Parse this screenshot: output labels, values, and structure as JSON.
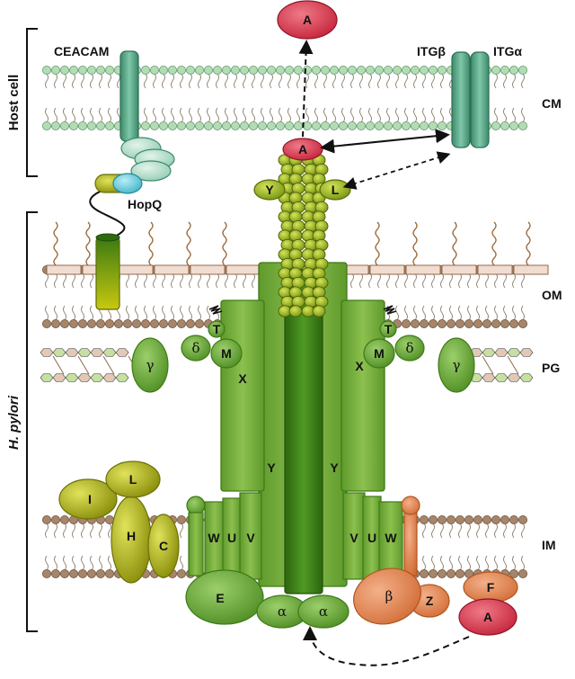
{
  "labels": {
    "host_cell": "Host cell",
    "h_pylori": "H. pylori",
    "ceacam": "CEACAM",
    "hopq": "HopQ",
    "itg_beta": "ITGβ",
    "itg_alpha": "ITGα",
    "cm": "CM",
    "om": "OM",
    "pg": "PG",
    "im": "IM"
  },
  "components": {
    "A": "A",
    "Y": "Y",
    "L": "L",
    "T": "T",
    "M": "M",
    "X": "X",
    "delta": "δ",
    "gamma": "γ",
    "I": "I",
    "H": "H",
    "C": "C",
    "W": "W",
    "U": "U",
    "V": "V",
    "E": "E",
    "alpha": "α",
    "beta": "β",
    "Z": "Z",
    "F": "F"
  },
  "colors": {
    "membrane_head_green": "#b4dcb4",
    "membrane_head_brown": "#a7856a",
    "core_green": "#6fa83a",
    "dark_green": "#2f6e12",
    "olive": "#a2a716",
    "teal": "#4ea487",
    "cag_a_red": "#d23348",
    "orange": "#e0834a"
  }
}
